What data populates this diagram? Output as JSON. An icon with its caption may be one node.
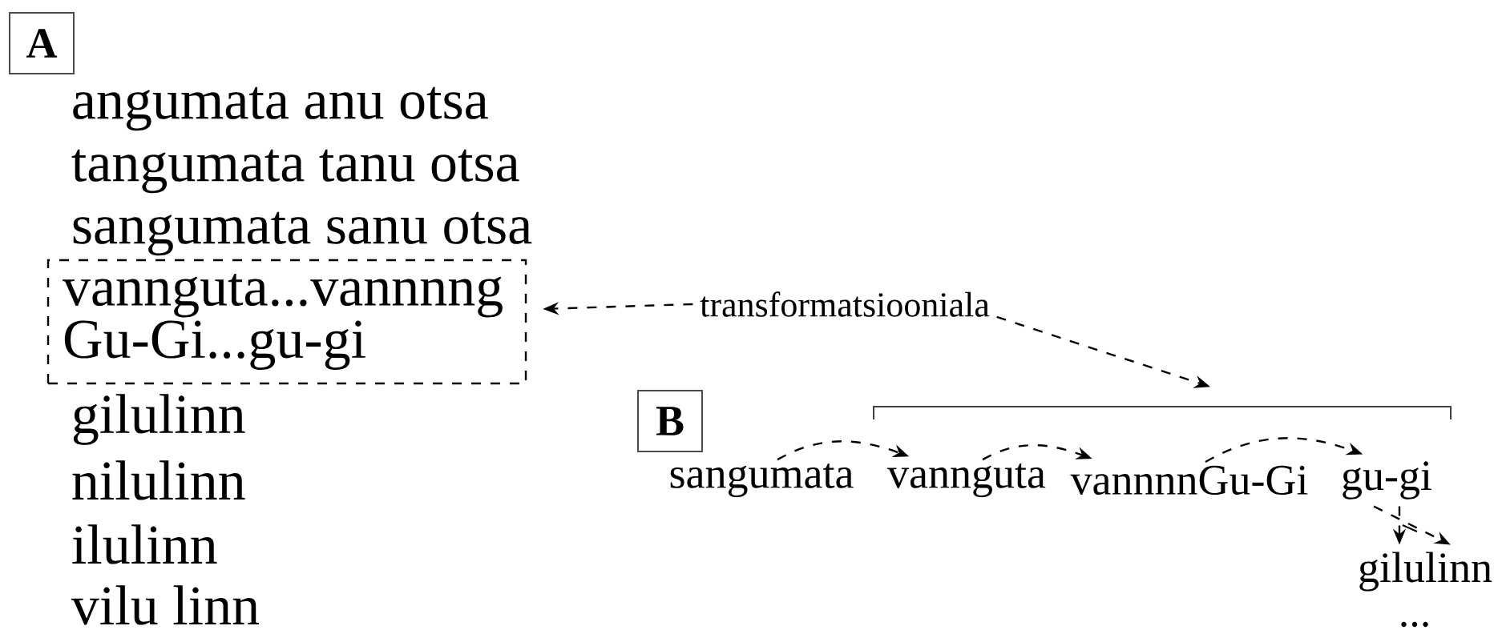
{
  "diagram": {
    "nodes": [
      {
        "text": [
          "A"
        ]
      },
      {
        "text": [
          "vannguta...vannnng",
          "Gu-Gi...gu-gi"
        ]
      },
      {
        "text": [
          "transformatsiooniala"
        ]
      },
      {
        "text": [],
        "shape": "bar"
      },
      {
        "text": [
          "B"
        ]
      },
      {
        "text": [
          "sangumata"
        ]
      },
      {
        "text": [
          "vannguta"
        ]
      },
      {
        "text": [
          "vannnnGu-Gi"
        ]
      },
      {
        "text": [
          "gu-gi"
        ]
      },
      {
        "text": [
          "gilulinn"
        ]
      }
    ],
    "edges": [
      {
        "from": 2,
        "to": 1,
        "arrow": "to",
        "style": "dashed"
      },
      {
        "from": 2,
        "to": 3,
        "arrow": "to",
        "style": "dashed"
      },
      {
        "from": 5,
        "to": 6,
        "arrow": "to",
        "style": "dashed"
      },
      {
        "from": 6,
        "to": 7,
        "arrow": "to",
        "style": "dashed"
      },
      {
        "from": 7,
        "to": 8,
        "arrow": "to",
        "style": "dashed"
      },
      {
        "from": 8,
        "to": 9,
        "arrow": "to",
        "style": "dashed"
      },
      {
        "from": 8,
        "to": 9,
        "arrow": "to",
        "style": "dashed"
      }
    ],
    "labels": [
      "angumata anu otsa",
      "tangumata tanu otsa",
      "sangumata sanu otsa",
      "gilulinn",
      "nilulinn",
      "ilulinn",
      "vilu linn",
      "..."
    ]
  }
}
